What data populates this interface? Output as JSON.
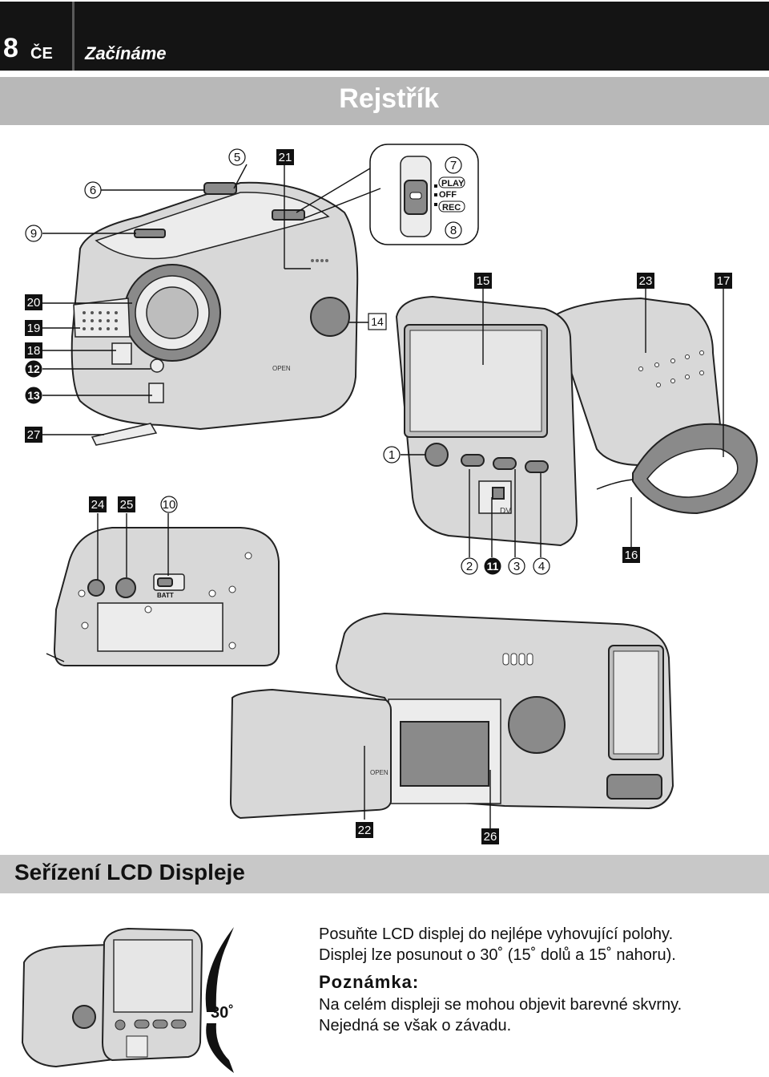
{
  "header": {
    "page_number": "8",
    "language": "ČE",
    "chapter": "Začínáme"
  },
  "section_title": "Rejstřík",
  "callouts": {
    "c1": "1",
    "c2": "2",
    "c3": "3",
    "c4": "4",
    "c5": "5",
    "c6": "6",
    "c7": "7",
    "c8": "8",
    "c9": "9",
    "c10": "10",
    "c11": "11",
    "c12": "12",
    "c13": "13",
    "c14": "14",
    "c15": "15",
    "c16": "16",
    "c17": "17",
    "c18": "18",
    "c19": "19",
    "c20": "20",
    "c21": "21",
    "c22": "22",
    "c23": "23",
    "c24": "24",
    "c25": "25",
    "c26": "26",
    "c27": "27"
  },
  "switch_labels": {
    "play": "PLAY",
    "off": "OFF",
    "rec": "REC"
  },
  "device_labels": {
    "dv": "DV",
    "batt": "BATT",
    "open": "OPEN"
  },
  "lcd_section": {
    "title": "Seřízení LCD Displeje",
    "angle": "30˚",
    "instruction_line1": "Posuňte LCD displej do nejlépe vyhovující polohy.",
    "instruction_line2": "Displej lze posunout o 30˚ (15˚ dolů a 15˚ nahoru).",
    "note_title": "Poznámka:",
    "note_line1": "Na celém displeji se mohou objevit barevné skvrny.",
    "note_line2": "Nejedná se však o závadu."
  }
}
